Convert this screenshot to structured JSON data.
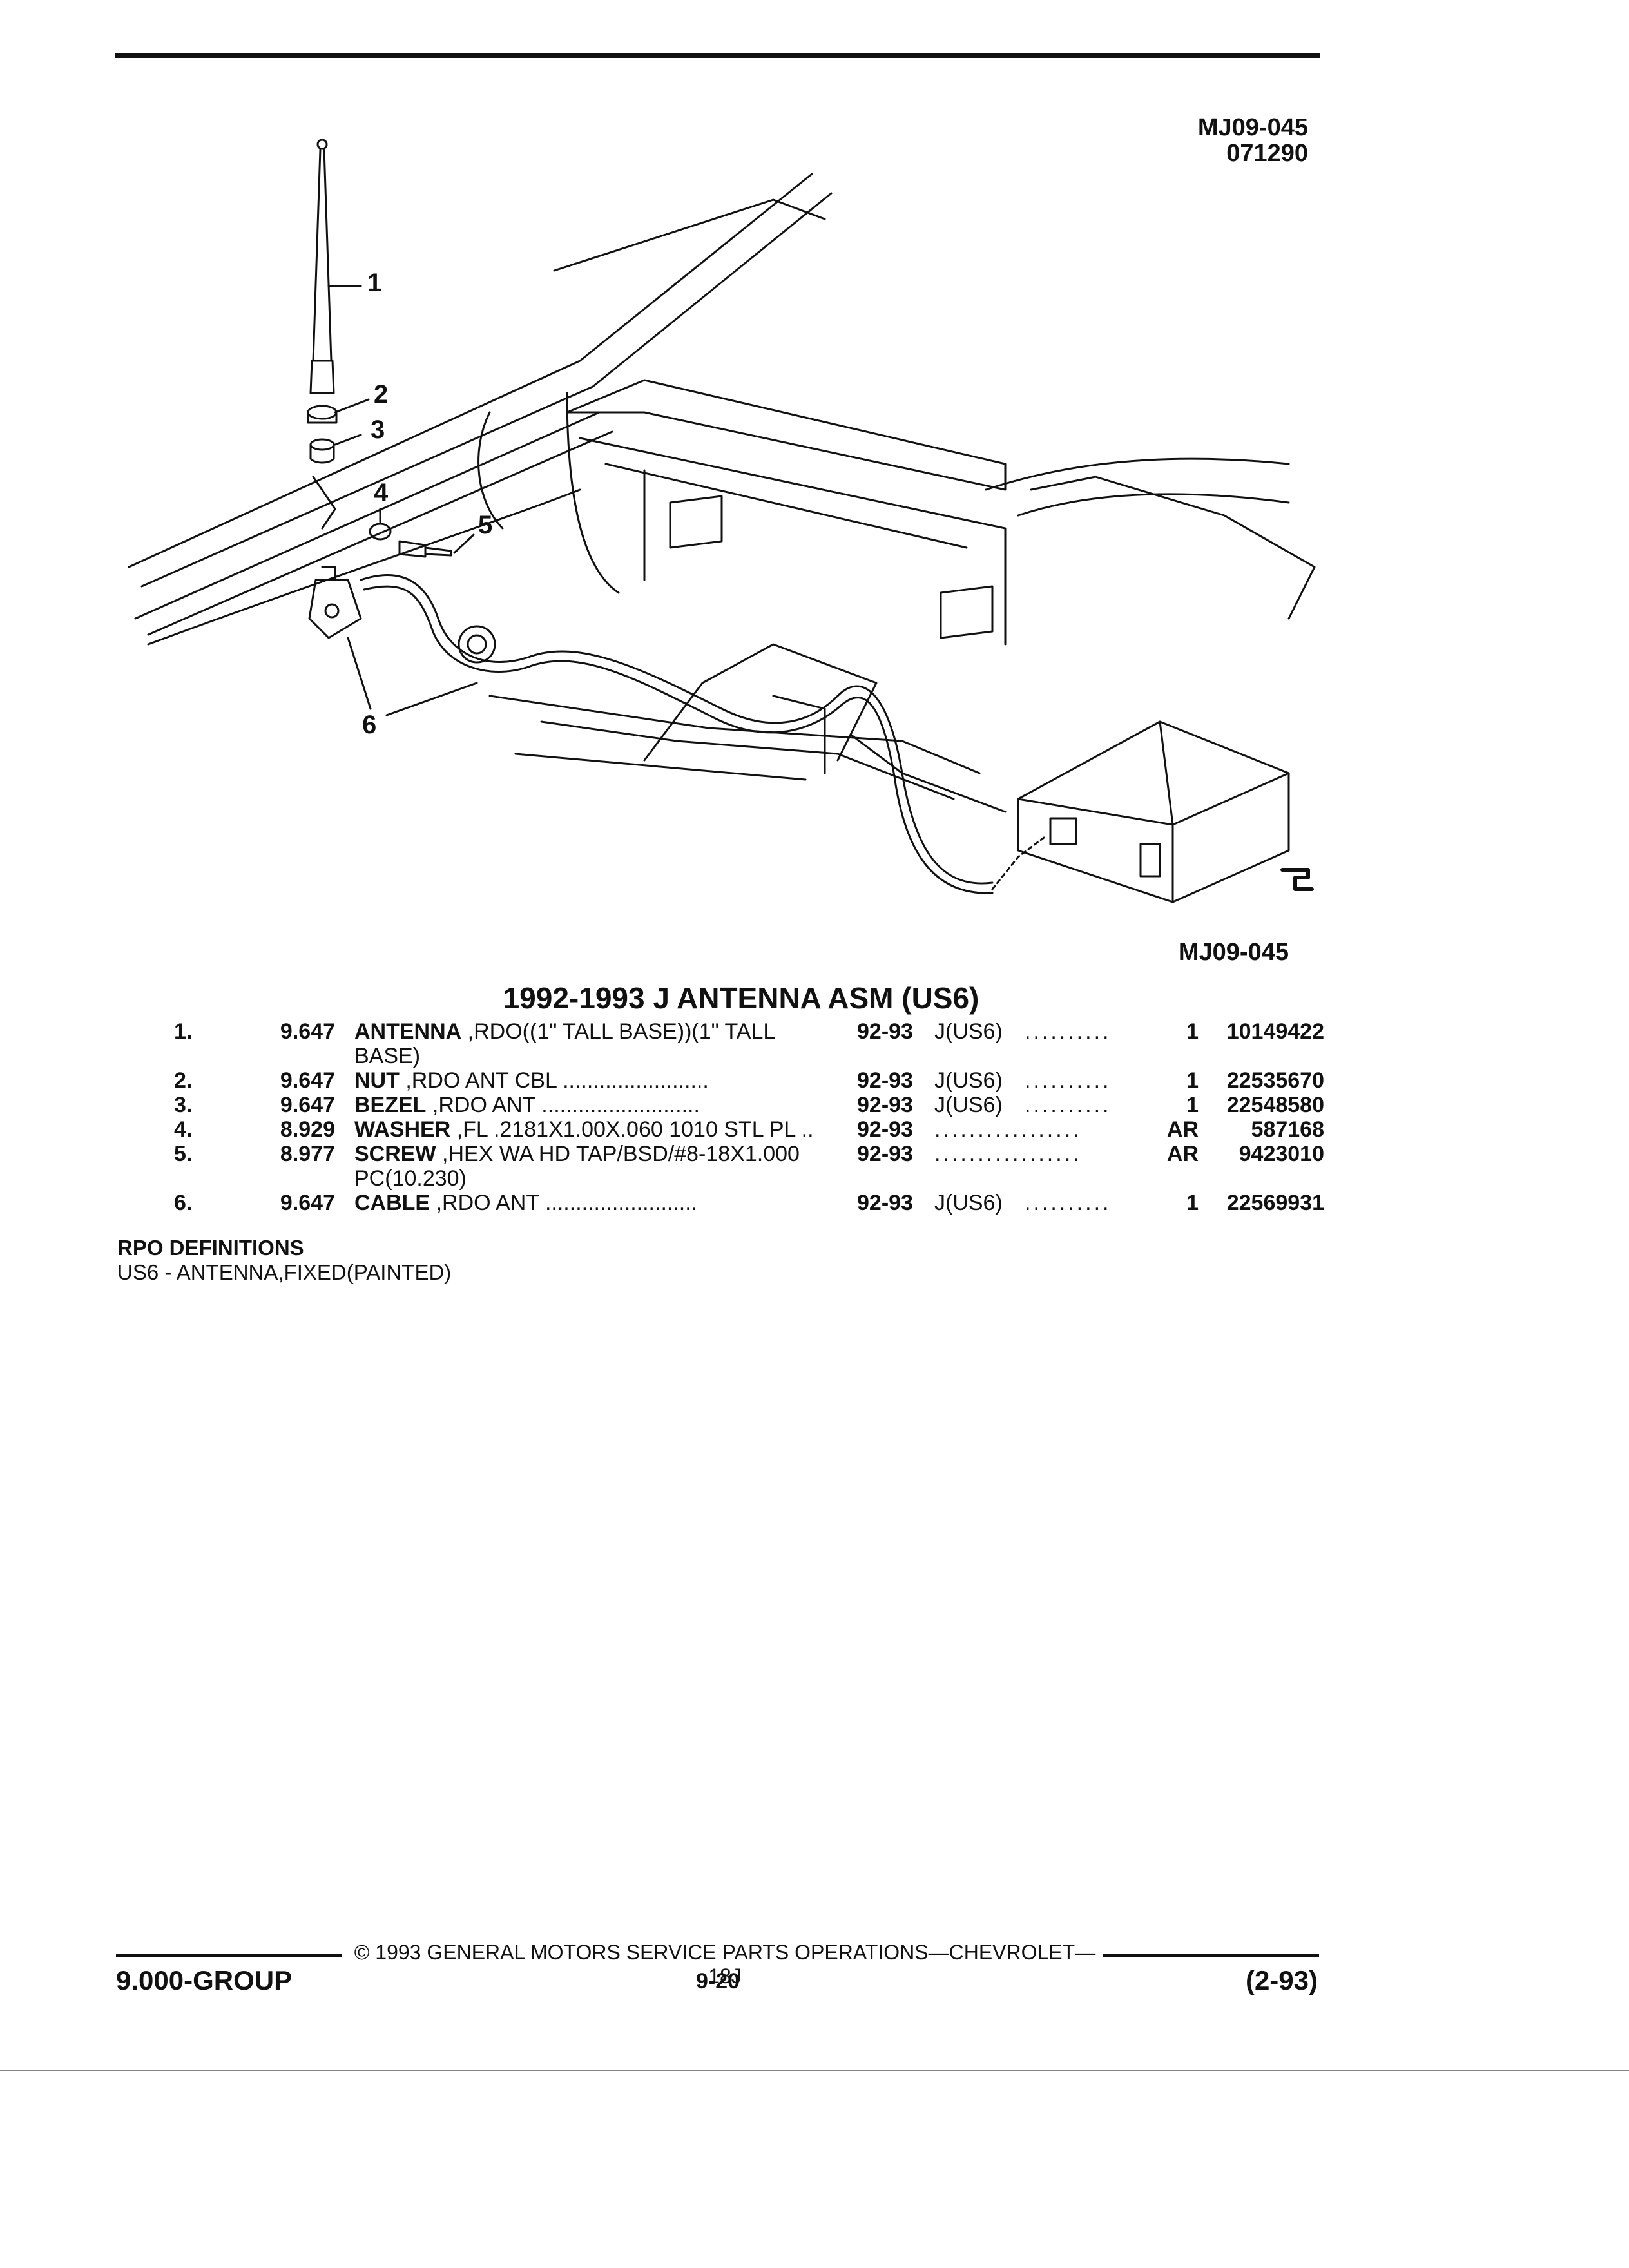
{
  "header": {
    "drawing_id": "MJ09-045",
    "drawing_date": "071290"
  },
  "illustration": {
    "caption_code": "MJ09-045",
    "callouts": [
      "1",
      "2",
      "3",
      "4",
      "5",
      "6"
    ]
  },
  "section": {
    "title": "1992-1993 J ANTENNA ASM (US6)",
    "items": [
      {
        "num": "1.",
        "group": "9.647",
        "name": "ANTENNA",
        "desc": ",RDO((1\" TALL BASE))(1\" TALL",
        "desc_cont": "BASE)",
        "years": "92-93",
        "model": "J(US6)",
        "leader": "..........",
        "qty": "1",
        "part": "10149422"
      },
      {
        "num": "2.",
        "group": "9.647",
        "name": "NUT",
        "desc": ",RDO ANT CBL ........................",
        "desc_cont": "",
        "years": "92-93",
        "model": "J(US6)",
        "leader": "..........",
        "qty": "1",
        "part": "22535670"
      },
      {
        "num": "3.",
        "group": "9.647",
        "name": "BEZEL",
        "desc": ",RDO ANT ..........................",
        "desc_cont": "",
        "years": "92-93",
        "model": "J(US6)",
        "leader": "..........",
        "qty": "1",
        "part": "22548580"
      },
      {
        "num": "4.",
        "group": "8.929",
        "name": "WASHER",
        "desc": ",FL .2181X1.00X.060 1010 STL PL ..",
        "desc_cont": "",
        "years": "92-93",
        "model": "",
        "leader": ".................",
        "qty": "AR",
        "part": "587168"
      },
      {
        "num": "5.",
        "group": "8.977",
        "name": "SCREW",
        "desc": ",HEX WA HD TAP/BSD/#8-18X1.000",
        "desc_cont": "PC(10.230)",
        "years": "92-93",
        "model": "",
        "leader": ".................",
        "qty": "AR",
        "part": "9423010"
      },
      {
        "num": "6.",
        "group": "9.647",
        "name": "CABLE",
        "desc": ",RDO ANT .........................",
        "desc_cont": "",
        "years": "92-93",
        "model": "J(US6)",
        "leader": "..........",
        "qty": "1",
        "part": "22569931"
      }
    ]
  },
  "rpo": {
    "heading": "RPO DEFINITIONS",
    "definition": "US6 - ANTENNA,FIXED(PAINTED)"
  },
  "footer": {
    "copyright": "© 1993 GENERAL MOTORS SERVICE PARTS OPERATIONS—CHEVROLET—18J",
    "group": "9.000-GROUP",
    "page": "9-20",
    "revision": "(2-93)"
  }
}
